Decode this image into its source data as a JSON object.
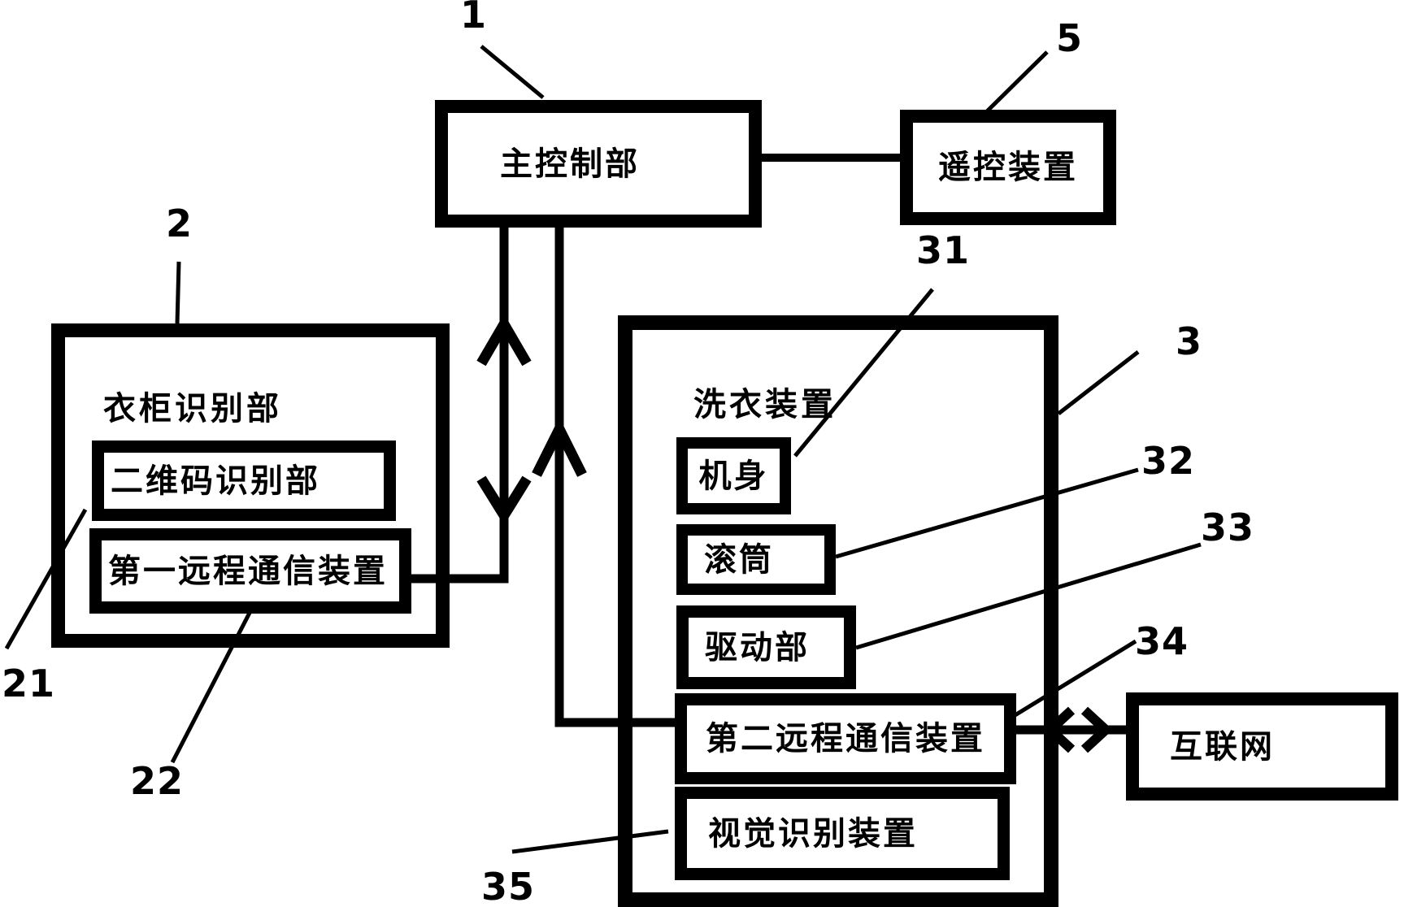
{
  "colors": {
    "ink": "#000000",
    "paper": "#ffffff"
  },
  "boxes": {
    "main_control": {
      "label": "主控制部"
    },
    "remote_control": {
      "label": "遥控装置"
    },
    "wardrobe_recognition": {
      "title": "衣柜识别部"
    },
    "qr_code_recognition": {
      "label": "二维码识别部"
    },
    "first_remote_comm": {
      "label": "第一远程通信装置"
    },
    "washing_device": {
      "title": "洗衣装置"
    },
    "machine_body": {
      "label": "机身"
    },
    "drum": {
      "label": "滚筒"
    },
    "drive_unit": {
      "label": "驱动部"
    },
    "second_remote_comm": {
      "label": "第二远程通信装置"
    },
    "visual_recognition": {
      "label": "视觉识别装置"
    },
    "internet": {
      "label": "互联网"
    }
  },
  "reference_numerals": {
    "main_control": "1",
    "wardrobe_recognition": "2",
    "washing_device": "3",
    "remote_control": "5",
    "qr_code_recognition": "21",
    "first_remote_comm": "22",
    "machine_body": "31",
    "drum": "32",
    "drive_unit": "33",
    "second_remote_comm": "34",
    "visual_recognition": "35"
  }
}
